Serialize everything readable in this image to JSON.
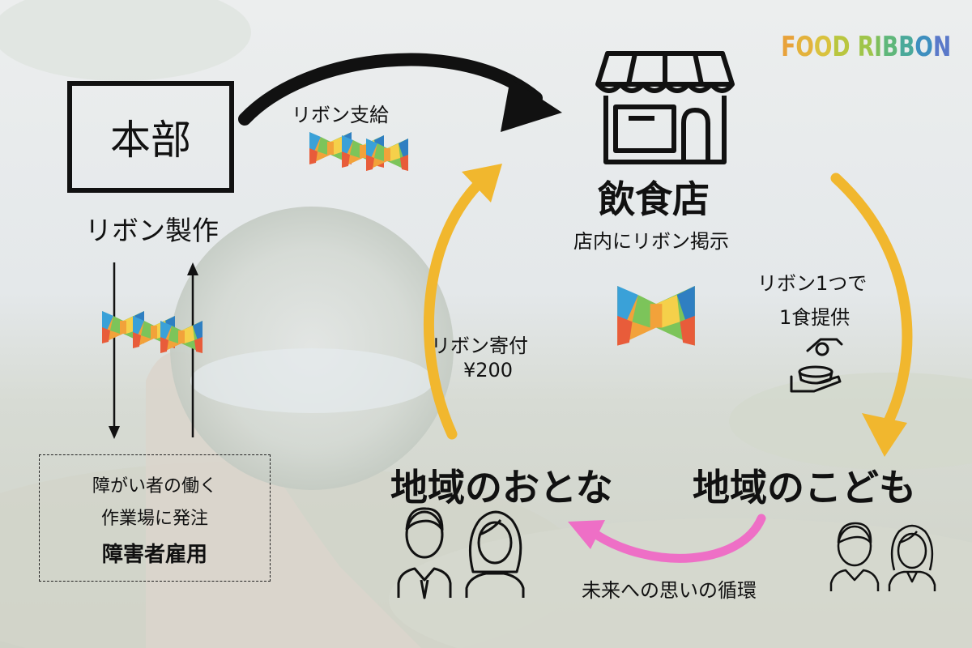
{
  "logo": {
    "text": "FOOD RIBBON",
    "letter_colors": [
      "#e8a23a",
      "#e3b23c",
      "#d9c23e",
      "#b9c63f",
      "#9fc54a",
      "#7fbf5c",
      "#5fb77a",
      "#4aa99a",
      "#3e8fbf",
      "#5a79c9",
      "#8b63c4"
    ]
  },
  "headquarters": {
    "title": "本部",
    "caption": "リボン製作"
  },
  "workplace_note": {
    "line1": "障がい者の働く",
    "line2": "作業場に発注",
    "line3": "障害者雇用"
  },
  "arrow_labels": {
    "supply": "リボン支給",
    "donation_line1": "リボン寄付",
    "donation_line2": "¥200",
    "cycle": "未来への思いの循環"
  },
  "restaurant": {
    "title": "飲食店",
    "caption": "店内にリボン掲示"
  },
  "meal_note": {
    "line1": "リボン1つで",
    "line2": "1食提供"
  },
  "groups": {
    "adults": "地域のおとな",
    "children": "地域のこども"
  },
  "colors": {
    "black_arrow": "#111111",
    "yellow_arrow": "#f1b72e",
    "pink_arrow": "#ee6fc6",
    "ribbon_colors": [
      "#f2a23a",
      "#e85c3a",
      "#3aa1d8",
      "#7cc45a",
      "#f5d04a",
      "#2f7fc2"
    ]
  },
  "icons": [
    "shop-icon",
    "ribbon-icon",
    "donate-coin-icon",
    "man-icon",
    "woman-icon",
    "boy-icon",
    "girl-icon"
  ]
}
